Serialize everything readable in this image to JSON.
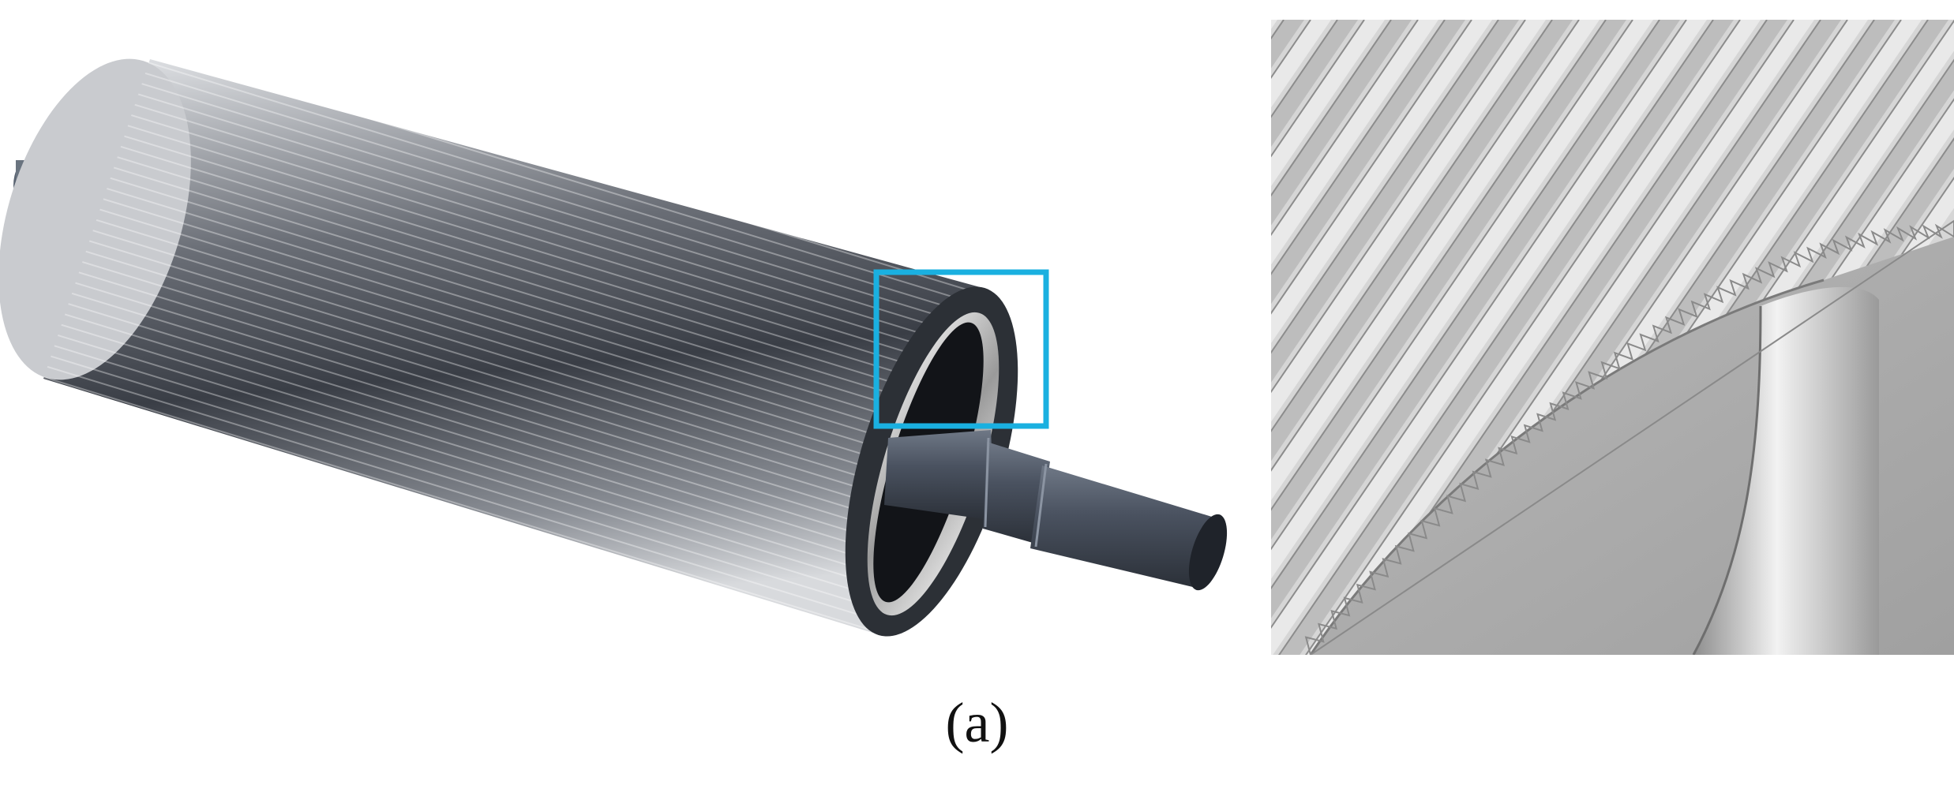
{
  "figure": {
    "caption": "(a)",
    "colors": {
      "roller_dark": "#3c4048",
      "roller_light": "#dcdee2",
      "shaft": "#4a5260",
      "highlight_box": "#1ab0e0",
      "detail_face": "#a9a9a9",
      "tooth_light": "#ececec"
    },
    "panels": [
      {
        "name": "roller-overview",
        "icon": "knurled-roller-3d"
      },
      {
        "name": "tooth-detail",
        "icon": "roller-teeth-closeup"
      }
    ]
  }
}
